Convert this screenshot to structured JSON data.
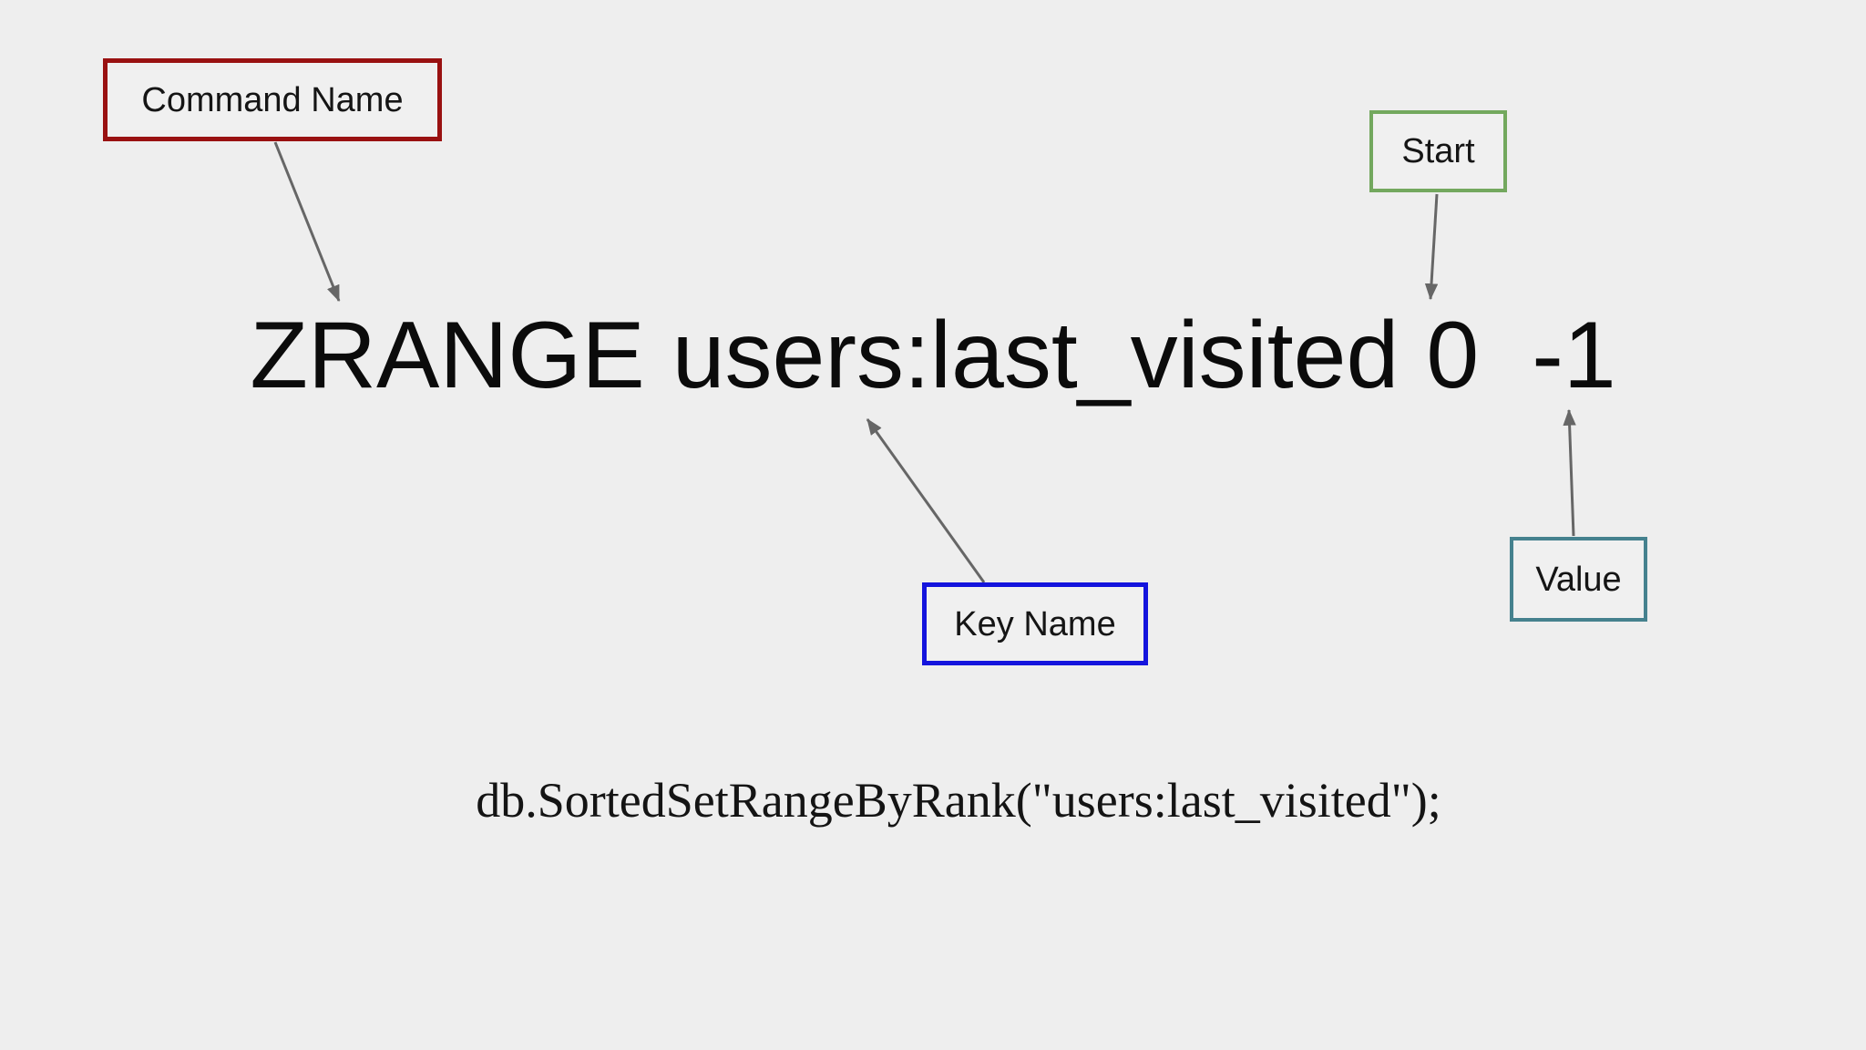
{
  "page": {
    "background": "#eeeeee"
  },
  "diagram": {
    "command": {
      "name": "ZRANGE",
      "key": "users:last_visited",
      "start": "0",
      "stop": "-1"
    },
    "labels": {
      "command_name": {
        "text": "Command Name",
        "border": "#991111"
      },
      "start": {
        "text": "Start",
        "border": "#73a85e"
      },
      "key_name": {
        "text": "Key Name",
        "border": "#1414dd"
      },
      "value": {
        "text": "Value",
        "border": "#45818e"
      }
    },
    "code": {
      "text": "db.SortedSetRangeByRank(\"users:last_visited\");"
    },
    "arrow_color": "#666666"
  }
}
